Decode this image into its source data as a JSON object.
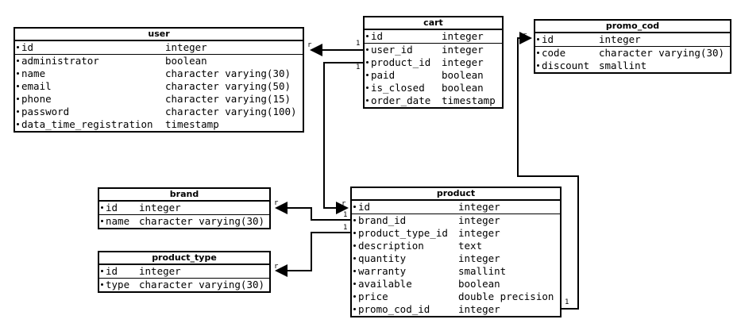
{
  "diagram": {
    "tables": [
      {
        "key": "user",
        "title": "user",
        "columns": [
          {
            "name": "id",
            "type": "integer",
            "pk": true
          },
          {
            "name": "administrator",
            "type": "boolean"
          },
          {
            "name": "name",
            "type": "character varying(30)"
          },
          {
            "name": "email",
            "type": "character varying(50)"
          },
          {
            "name": "phone",
            "type": "character varying(15)"
          },
          {
            "name": "password",
            "type": "character varying(100)"
          },
          {
            "name": "data_time_registration",
            "type": "timestamp"
          }
        ]
      },
      {
        "key": "cart",
        "title": "cart",
        "columns": [
          {
            "name": "id",
            "type": "integer",
            "pk": true
          },
          {
            "name": "user_id",
            "type": "integer"
          },
          {
            "name": "product_id",
            "type": "integer"
          },
          {
            "name": "paid",
            "type": "boolean"
          },
          {
            "name": "is_closed",
            "type": "boolean"
          },
          {
            "name": "order_date",
            "type": "timestamp"
          }
        ]
      },
      {
        "key": "promo_cod",
        "title": "promo_cod",
        "columns": [
          {
            "name": "id",
            "type": "integer",
            "pk": true
          },
          {
            "name": "code",
            "type": "character varying(30)"
          },
          {
            "name": "discount",
            "type": "smallint"
          }
        ]
      },
      {
        "key": "brand",
        "title": "brand",
        "columns": [
          {
            "name": "id",
            "type": "integer",
            "pk": true
          },
          {
            "name": "name",
            "type": "character varying(30)"
          }
        ]
      },
      {
        "key": "product_type",
        "title": "product_type",
        "columns": [
          {
            "name": "id",
            "type": "integer",
            "pk": true
          },
          {
            "name": "type",
            "type": "character varying(30)"
          }
        ]
      },
      {
        "key": "product",
        "title": "product",
        "columns": [
          {
            "name": "id",
            "type": "integer",
            "pk": true
          },
          {
            "name": "brand_id",
            "type": "integer"
          },
          {
            "name": "product_type_id",
            "type": "integer"
          },
          {
            "name": "description",
            "type": "text"
          },
          {
            "name": "quantity",
            "type": "integer"
          },
          {
            "name": "warranty",
            "type": "smallint"
          },
          {
            "name": "available",
            "type": "boolean"
          },
          {
            "name": "price",
            "type": "double precision"
          },
          {
            "name": "promo_cod_id",
            "type": "integer"
          }
        ]
      }
    ],
    "relations": [
      {
        "from": "cart.user_id",
        "to": "user.id",
        "many_label": "1",
        "one_label": "r"
      },
      {
        "from": "cart.product_id",
        "to": "product.id",
        "many_label": "1",
        "one_label": "r"
      },
      {
        "from": "product.brand_id",
        "to": "brand.id",
        "many_label": "1",
        "one_label": "r"
      },
      {
        "from": "product.product_type_id",
        "to": "product_type.id",
        "many_label": "1",
        "one_label": "r"
      },
      {
        "from": "product.promo_cod_id",
        "to": "promo_cod.id",
        "many_label": "1",
        "one_label": "r"
      }
    ]
  }
}
